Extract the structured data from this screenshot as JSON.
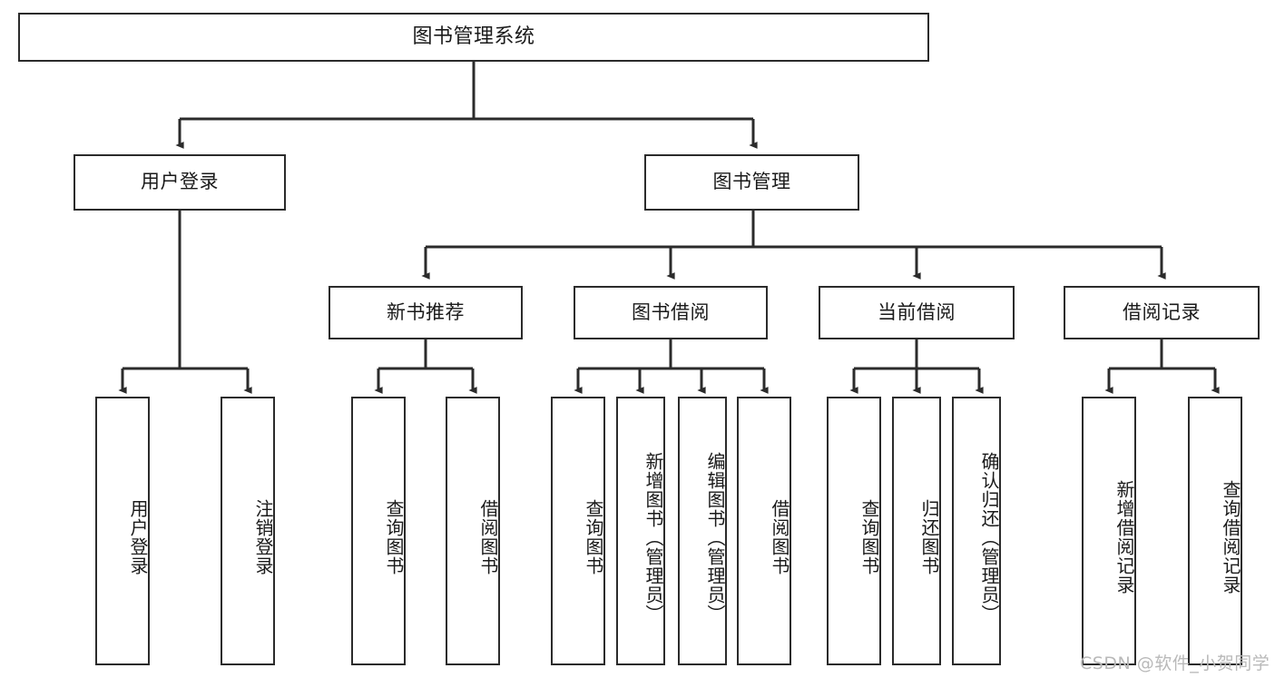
{
  "diagram": {
    "title": "图书管理系统",
    "type": "tree",
    "root": {
      "label": "图书管理系统"
    },
    "level2": [
      {
        "label": "用户登录"
      },
      {
        "label": "图书管理"
      }
    ],
    "level3": [
      {
        "label": "新书推荐"
      },
      {
        "label": "图书借阅"
      },
      {
        "label": "当前借阅"
      },
      {
        "label": "借阅记录"
      }
    ],
    "leaves": {
      "user_login": [
        {
          "label": "用户登录"
        },
        {
          "label": "注销登录"
        }
      ],
      "new_book_recommend": [
        {
          "label": "查询图书"
        },
        {
          "label": "借阅图书"
        }
      ],
      "book_borrow": [
        {
          "label": "查询图书"
        },
        {
          "label": "新增图书（管理员）"
        },
        {
          "label": "编辑图书（管理员）"
        },
        {
          "label": "借阅图书"
        }
      ],
      "current_borrow": [
        {
          "label": "查询图书"
        },
        {
          "label": "归还图书"
        },
        {
          "label": "确认归还（管理员）"
        }
      ],
      "borrow_record": [
        {
          "label": "新增借阅记录"
        },
        {
          "label": "查询借阅记录"
        }
      ]
    }
  },
  "watermark": {
    "text": "CSDN @软件_小贺同学"
  },
  "colors": {
    "border": "#2b2b2b",
    "text": "#1a1a1a",
    "background": "#ffffff",
    "watermark": "#b9b9b9"
  }
}
